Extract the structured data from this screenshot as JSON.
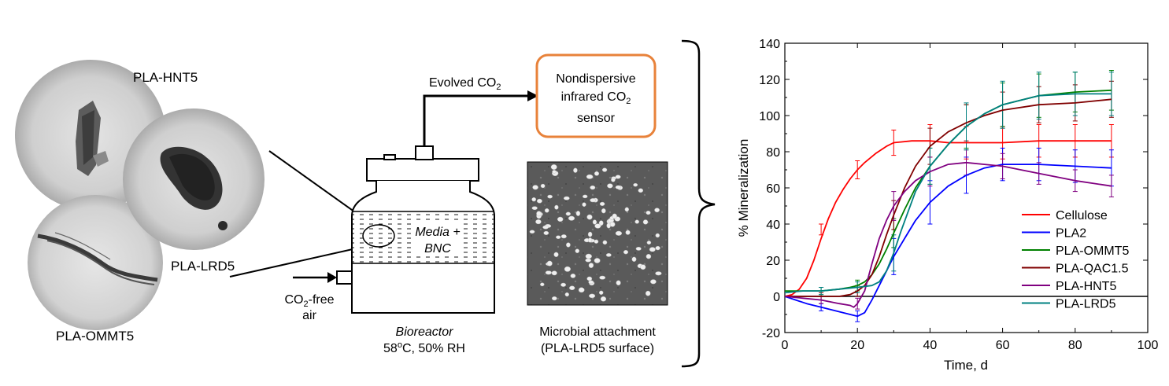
{
  "micrographs": {
    "hnt_label": "PLA-HNT5",
    "lrd_label": "PLA-LRD5",
    "ommt_label": "PLA-OMMT5"
  },
  "reactor": {
    "evolved_label": "Evolved CO",
    "evolved_sub": "2",
    "sensor_line1": "Nondispersive",
    "sensor_line2_pre": "infrared CO",
    "sensor_line2_sub": "2",
    "sensor_line3": "sensor",
    "media_line1": "Media +",
    "media_line2": "BNC",
    "air_line1_pre": "CO",
    "air_line1_sub": "2",
    "air_line1_post": "-free",
    "air_line2": "air",
    "bioreactor_label": "Bioreactor",
    "conditions_pre": "58",
    "conditions_sup": "o",
    "conditions_post": "C, 50% RH",
    "sem_caption1": "Microbial attachment",
    "sem_caption2": "(PLA-LRD5 surface)"
  },
  "colors": {
    "sensor_border": "#E8823A",
    "Cellulose": "#FF0000",
    "PLA2": "#0000FF",
    "PLA-OMMT5": "#008000",
    "PLA-QAC1.5": "#800000",
    "PLA-HNT5": "#800080",
    "PLA-LRD5": "#008080"
  },
  "chart_data": {
    "type": "line",
    "xlabel": "Time, d",
    "ylabel": "% Mineralization",
    "xlim": [
      0,
      100
    ],
    "ylim": [
      -20,
      140
    ],
    "xticks": [
      0,
      20,
      40,
      60,
      80,
      100
    ],
    "yticks": [
      -20,
      0,
      20,
      40,
      60,
      80,
      100,
      120,
      140
    ],
    "legend_position": "bottom-right",
    "reference_line_y": 0,
    "series": [
      {
        "name": "Cellulose",
        "x": [
          0,
          2,
          4,
          6,
          8,
          10,
          12,
          14,
          16,
          18,
          20,
          22,
          25,
          28,
          30,
          35,
          40,
          45,
          50,
          60,
          70,
          80,
          90
        ],
        "values": [
          0,
          1,
          4,
          10,
          20,
          32,
          43,
          52,
          59,
          65,
          70,
          74,
          79,
          83,
          85,
          86,
          86,
          85,
          85,
          85,
          86,
          86,
          86
        ]
      },
      {
        "name": "PLA2",
        "x": [
          0,
          3,
          6,
          10,
          14,
          18,
          20,
          22,
          24,
          26,
          28,
          30,
          33,
          36,
          40,
          45,
          50,
          55,
          60,
          70,
          80,
          90
        ],
        "values": [
          0,
          -2,
          -4,
          -6,
          -8,
          -10,
          -11,
          -9,
          -2,
          6,
          14,
          22,
          32,
          42,
          52,
          61,
          67,
          71,
          73,
          73,
          72,
          71
        ]
      },
      {
        "name": "PLA-OMMT5",
        "x": [
          0,
          5,
          10,
          15,
          18,
          20,
          22,
          24,
          26,
          28,
          30,
          33,
          36,
          40,
          45,
          50,
          55,
          60,
          70,
          80,
          90
        ],
        "values": [
          3,
          3,
          3,
          4,
          5,
          6,
          8,
          12,
          18,
          26,
          35,
          48,
          60,
          72,
          84,
          94,
          101,
          106,
          111,
          113,
          114
        ]
      },
      {
        "name": "PLA-QAC1.5",
        "x": [
          0,
          5,
          10,
          15,
          18,
          20,
          22,
          24,
          26,
          28,
          30,
          33,
          36,
          40,
          45,
          50,
          55,
          60,
          70,
          80,
          90
        ],
        "values": [
          0,
          0,
          0,
          0,
          1,
          3,
          6,
          12,
          22,
          34,
          45,
          60,
          72,
          83,
          91,
          96,
          100,
          103,
          106,
          107,
          109
        ]
      },
      {
        "name": "PLA-HNT5",
        "x": [
          0,
          5,
          10,
          15,
          18,
          19,
          20,
          22,
          24,
          26,
          28,
          30,
          33,
          36,
          40,
          45,
          50,
          55,
          60,
          70,
          80,
          90
        ],
        "values": [
          0,
          -1,
          -2,
          -4,
          -5,
          -6,
          -4,
          3,
          18,
          32,
          42,
          50,
          58,
          64,
          69,
          73,
          74,
          73,
          72,
          68,
          64,
          61
        ]
      },
      {
        "name": "PLA-LRD5",
        "x": [
          0,
          5,
          10,
          15,
          20,
          24,
          26,
          28,
          30,
          32,
          34,
          36,
          40,
          45,
          50,
          55,
          60,
          70,
          80,
          90
        ],
        "values": [
          2,
          3,
          3,
          4,
          5,
          6,
          8,
          14,
          24,
          36,
          47,
          58,
          72,
          84,
          94,
          101,
          106,
          111,
          112,
          112
        ]
      }
    ],
    "error_bars": [
      {
        "series": "Cellulose",
        "x": [
          10,
          20,
          30,
          40,
          50,
          60,
          70,
          80,
          90
        ],
        "y": [
          37,
          70,
          85,
          86,
          85,
          85,
          86,
          86,
          86
        ],
        "err": [
          3,
          5,
          7,
          9,
          9,
          9,
          9,
          9,
          9
        ]
      },
      {
        "series": "PLA2",
        "x": [
          10,
          20,
          30,
          40,
          50,
          60,
          70,
          80,
          90
        ],
        "y": [
          -6,
          -11,
          22,
          52,
          67,
          73,
          73,
          72,
          71
        ],
        "err": [
          2,
          3,
          10,
          12,
          10,
          9,
          9,
          9,
          10
        ]
      },
      {
        "series": "PLA-OMMT5",
        "x": [
          10,
          20,
          30,
          40,
          50,
          60,
          70,
          80,
          90
        ],
        "y": [
          3,
          6,
          35,
          72,
          94,
          106,
          111,
          113,
          114
        ],
        "err": [
          2,
          3,
          8,
          10,
          12,
          12,
          12,
          11,
          11
        ]
      },
      {
        "series": "PLA-QAC1.5",
        "x": [
          10,
          20,
          30,
          40,
          50,
          60,
          70,
          80,
          90
        ],
        "y": [
          0,
          3,
          45,
          83,
          96,
          103,
          106,
          107,
          109
        ],
        "err": [
          2,
          3,
          8,
          10,
          10,
          10,
          10,
          10,
          10
        ]
      },
      {
        "series": "PLA-HNT5",
        "x": [
          10,
          20,
          30,
          40,
          50,
          60,
          70,
          80,
          90
        ],
        "y": [
          -2,
          -4,
          50,
          69,
          74,
          72,
          68,
          64,
          61
        ],
        "err": [
          2,
          3,
          8,
          8,
          7,
          7,
          6,
          6,
          6
        ]
      },
      {
        "series": "PLA-LRD5",
        "x": [
          10,
          20,
          30,
          40,
          50,
          60,
          70,
          80,
          90
        ],
        "y": [
          3,
          5,
          24,
          72,
          94,
          106,
          111,
          112,
          112
        ],
        "err": [
          2,
          3,
          10,
          10,
          13,
          13,
          13,
          12,
          12
        ]
      }
    ]
  }
}
